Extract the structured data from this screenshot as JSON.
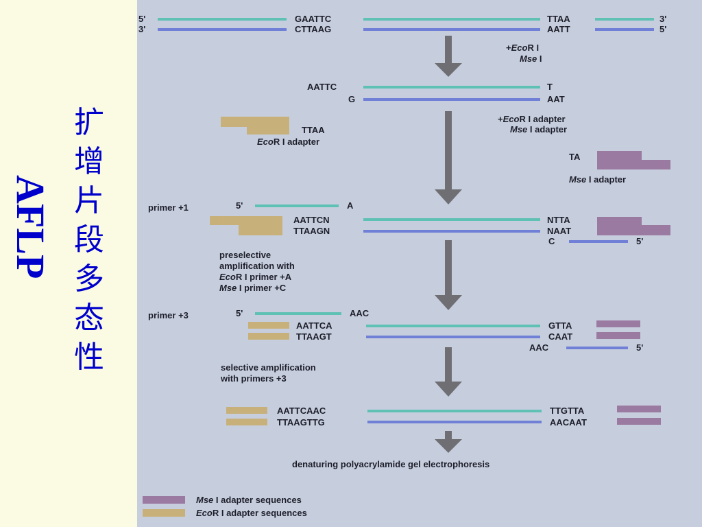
{
  "title_zh": "扩增片段多态性",
  "title_en": "AFLP",
  "colors": {
    "eco_strand": "#5fc0b4",
    "mse_strand": "#7080d6",
    "eco_adapter": "#c8b07a",
    "mse_adapter": "#9a7aa0",
    "arrow": "#6f6f73",
    "text": "#1e1e2a"
  },
  "step1": {
    "top_5": "5'",
    "top_seq_left": "GAATTC",
    "top_seq_right": "TTAA",
    "top_3": "3'",
    "bot_3": "3'",
    "bot_seq_left": "CTTAAG",
    "bot_seq_right": "AATT",
    "bot_5": "5'"
  },
  "enzymes": {
    "eco_prefix": "+",
    "eco_italic": "Eco",
    "eco_suffix": "R I",
    "mse_italic": "Mse",
    "mse_suffix": " I"
  },
  "step2": {
    "top_left": "AATTC",
    "top_right": "T",
    "bot_left": "G",
    "bot_right": "AAT"
  },
  "adapters_added": {
    "eco_prefix": "+",
    "eco_italic": "Eco",
    "eco_suffix": "R I adapter",
    "mse_italic": "Mse",
    "mse_suffix": " I adapter"
  },
  "eco_adapter": {
    "overhang": "TTAA",
    "label_italic": "Eco",
    "label_suffix": "R I adapter"
  },
  "mse_adapter": {
    "overhang": "TA",
    "label_italic": "Mse",
    "label_suffix": " I adapter"
  },
  "step3": {
    "primer_label": "primer +1",
    "primer_5": "5'",
    "primer_end": "A",
    "top_left": "AATTCN",
    "bot_left": "TTAAGN",
    "top_right": "NTTA",
    "bot_right": "NAAT",
    "rev_primer_start": "C",
    "rev_primer_5": "5'"
  },
  "preselective": {
    "line1": "preselective",
    "line2": "amplification with",
    "line3_italic": "Eco",
    "line3_suffix": "R I primer +A",
    "line4_italic": "Mse",
    "line4_suffix": " I primer +C"
  },
  "step4": {
    "primer_label": "primer +3",
    "primer_5": "5'",
    "primer_end": "AAC",
    "top_left": "AATTCA",
    "bot_left": "TTAAGT",
    "top_right": "GTTA",
    "bot_right": "CAAT",
    "rev_primer_start": "AAC",
    "rev_primer_5": "5'"
  },
  "selective": {
    "line1": "selective amplification",
    "line2": "with primers +3"
  },
  "step5": {
    "top_left": "AATTCAAC",
    "bot_left": "TTAAGTTG",
    "top_right": "TTGTTA",
    "bot_right": "AACAAT"
  },
  "final_step": "denaturing polyacrylamide gel electrophoresis",
  "legend": [
    {
      "italic": "Mse",
      "suffix": " I adapter sequences",
      "color": "#9a7aa0"
    },
    {
      "italic": "Eco",
      "suffix": "R I adapter sequences",
      "color": "#c8b07a"
    }
  ]
}
